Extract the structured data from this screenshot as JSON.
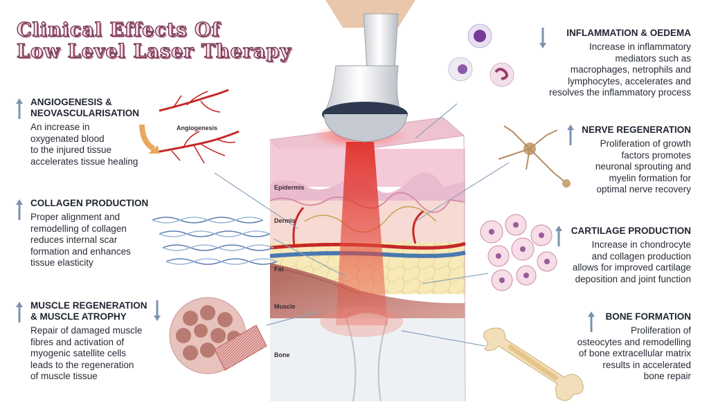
{
  "title": {
    "line1": "Clinical Effects Of",
    "line2": "Low Level Laser Therapy"
  },
  "colors": {
    "arrow": "#7a93ad",
    "title_stroke": "#6c2a49",
    "laser": "#d9352b",
    "vessel": "#c62828",
    "vein": "#4a78b0"
  },
  "effects": {
    "angiogenesis": {
      "heading": "Angiogenesis &",
      "heading2": "Neovascularisation",
      "description": [
        "An increase in",
        "oxygenated blood",
        "to the injured tissue",
        "accelerates tissue healing"
      ],
      "direction": "up",
      "icon": "blood-vessel-icon"
    },
    "collagen": {
      "heading": "Collagen Production",
      "description": [
        "Proper alignment and",
        "remodelling of collagen",
        "reduces internal scar",
        "formation and enhances",
        "tissue elasticity"
      ],
      "direction": "up",
      "icon": "collagen-fiber-icon"
    },
    "muscle": {
      "heading": "Muscle Regeneration",
      "heading2": "& Muscle Atrophy",
      "description": [
        "Repair of damaged muscle",
        "fibres and activation of",
        "myogenic satellite cells",
        "leads to the regeneration",
        "of muscle tissue"
      ],
      "direction": "up-down",
      "icon": "muscle-fiber-icon"
    },
    "inflammation": {
      "heading": "Inflammation & Oedema",
      "description": [
        "Increase in inflammatory",
        "mediators such as",
        "macrophages, netrophils and",
        "lymphocytes, accelerates and",
        "resolves the inflammatory process"
      ],
      "direction": "down",
      "icon": "immune-cells-icon"
    },
    "nerve": {
      "heading": "Nerve Regeneration",
      "description": [
        "Proliferation of growth",
        "factors promotes",
        "neuronal sprouting and",
        "myelin formation for",
        "optimal nerve recovery"
      ],
      "direction": "up",
      "icon": "neuron-icon"
    },
    "cartilage": {
      "heading": "Cartilage Production",
      "description": [
        "Increase in chondrocyte",
        "and collagen production",
        "allows for improved cartilage",
        "deposition and joint function"
      ],
      "direction": "up",
      "icon": "chondrocyte-icon"
    },
    "bone": {
      "heading": "Bone Formation",
      "description": [
        "Proliferation of",
        "osteocytes and remodelling",
        "of bone extracellular matrix",
        "results in accelerated",
        "bone repair"
      ],
      "direction": "up",
      "icon": "bone-icon"
    }
  },
  "labels": {
    "angiogenesis": "Angiogenesis",
    "epidermis": "Epidermis",
    "dermis": "Dermis",
    "fat": "Fat",
    "muscle": "Muscle",
    "bone": "Bone"
  }
}
